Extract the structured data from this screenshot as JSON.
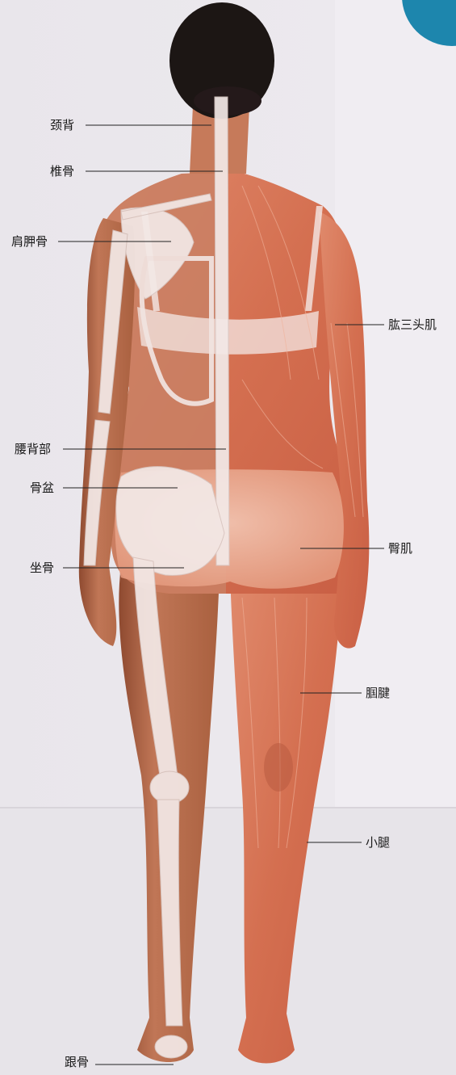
{
  "figure": {
    "subject": "back view of a standing woman showing skeleton on the left side and muscles on the right side",
    "colors": {
      "background": "#ece9ee",
      "wall_shadow": "#dcd8df",
      "floor": "#e6e3e8",
      "skin": "#b86a4a",
      "skin_dark": "#8e4a30",
      "muscle": "#d9775a",
      "muscle_light": "#eba58c",
      "bone": "#f1e6e4",
      "hair": "#1c1614",
      "corner_accent": "#1d86ad",
      "leader_line": "#222222"
    }
  },
  "labels": {
    "neck_back": "颈背",
    "vertebrae": "椎骨",
    "scapula": "肩胛骨",
    "lower_back": "腰背部",
    "pelvis": "骨盆",
    "ischium": "坐骨",
    "heel_bone": "跟骨",
    "triceps": "肱三头肌",
    "gluteus": "臀肌",
    "hamstring": "腘腱",
    "calf": "小腿"
  }
}
